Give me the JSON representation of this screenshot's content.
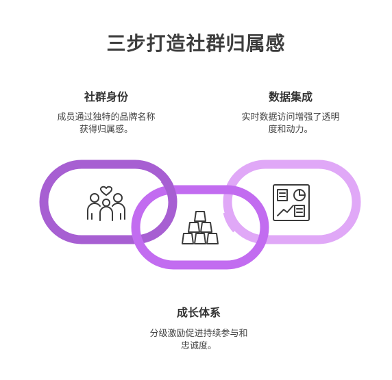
{
  "title": "三步打造社群归属感",
  "steps": [
    {
      "heading": "社群身份",
      "desc_line1": "成员通过独特的品牌名称",
      "desc_line2": "获得归属感。",
      "icon": "family-heart-icon",
      "color": "#a75fd2"
    },
    {
      "heading": "成长体系",
      "desc_line1": "分级激励促进持续参与和",
      "desc_line2": "忠诚度。",
      "icon": "cup-pyramid-icon",
      "color": "#c26cf0"
    },
    {
      "heading": "数据集成",
      "desc_line1": "实时数据访问增强了透明",
      "desc_line2": "度和动力。",
      "icon": "dashboard-icon",
      "color": "#e0a8f7"
    }
  ]
}
